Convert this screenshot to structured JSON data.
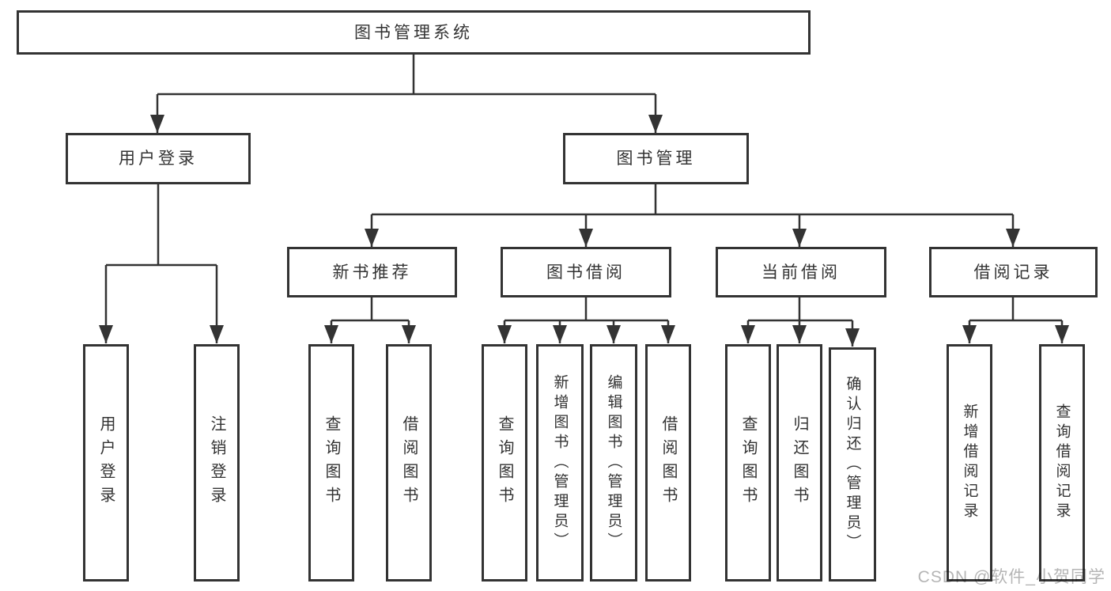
{
  "title": "图书管理系统",
  "level2": {
    "user_login": "用户登录",
    "book_management": "图书管理"
  },
  "level3": {
    "new_book_recommend": "新书推荐",
    "book_borrowing": "图书借阅",
    "current_borrowing": "当前借阅",
    "borrow_records": "借阅记录"
  },
  "leaves": {
    "user_login": "用户登录",
    "logout": "注销登录",
    "recommend_query_books": "查询图书",
    "recommend_borrow_books": "借阅图书",
    "borrowing_query_books": "查询图书",
    "borrowing_add_book_admin": "新增图书（管理员）",
    "borrowing_edit_book_admin": "编辑图书（管理员）",
    "borrowing_borrow_books": "借阅图书",
    "current_query_books": "查询图书",
    "current_return_book": "归还图书",
    "current_confirm_return_admin": "确认归还（管理员）",
    "records_add_record": "新增借阅记录",
    "records_query_record": "查询借阅记录"
  },
  "watermark": "CSDN @软件_小贺同学",
  "colors": {
    "line": "#333333",
    "text": "#333333",
    "watermark": "#b5b5b5",
    "background": "#ffffff"
  }
}
